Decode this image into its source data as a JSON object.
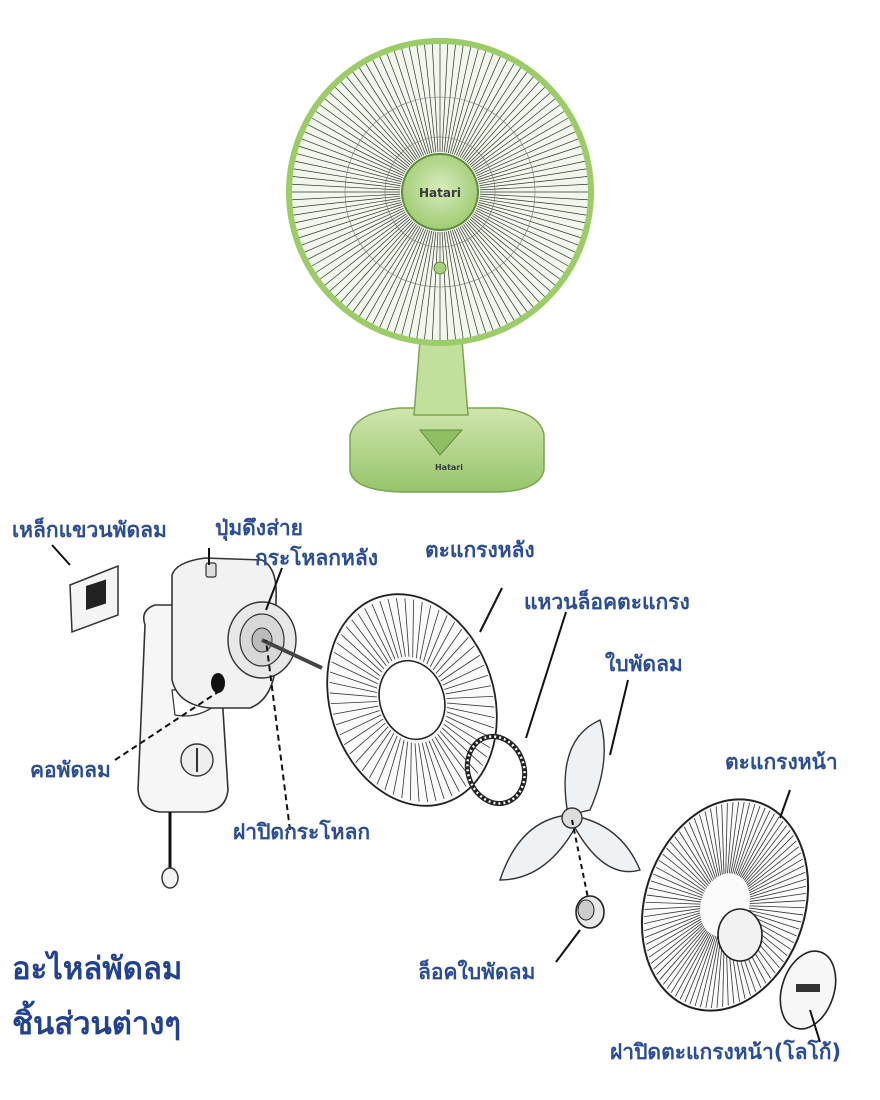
{
  "labels": {
    "wall_bracket": "เหล็กแขวนพัดลม",
    "pull_switch": "ปุ่มดึงส่าย",
    "rear_housing": "กระโหลกหลัง",
    "rear_guard": "ตะแกรงหลัง",
    "guard_lock_ring": "แหวนล็อคตะแกรง",
    "fan_blade": "ใบพัดลม",
    "fan_neck": "คอพัดลม",
    "front_guard": "ตะแกรงหน้า",
    "housing_cover": "ฝาปิดกระโหลก",
    "blade_lock": "ล็อคใบพัดลม",
    "front_guard_cover_logo": "ฝาปิดตะแกรงหน้า(โลโก้)"
  },
  "title": {
    "line1": "อะไหล่พัดลม",
    "line2": "ชิ้นส่วนต่างๆ"
  },
  "brand": {
    "logo_text": "Hatari"
  },
  "colors": {
    "label": "#2a4d93",
    "fan_green": "#b6d98a",
    "fan_green_dark": "#7fae56",
    "line": "#222222"
  }
}
